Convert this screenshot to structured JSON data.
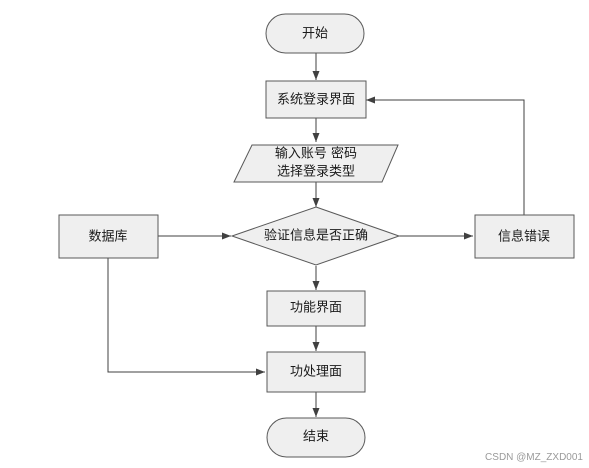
{
  "nodes": {
    "start": "开始",
    "login": "系统登录界面",
    "input_line1": "输入账号 密码",
    "input_line2": "选择登录类型",
    "verify": "验证信息是否正确",
    "database": "数据库",
    "error": "信息错误",
    "function": "功能界面",
    "process": "功处理面",
    "end": "结束"
  },
  "watermark": "CSDN @MZ_ZXD001"
}
